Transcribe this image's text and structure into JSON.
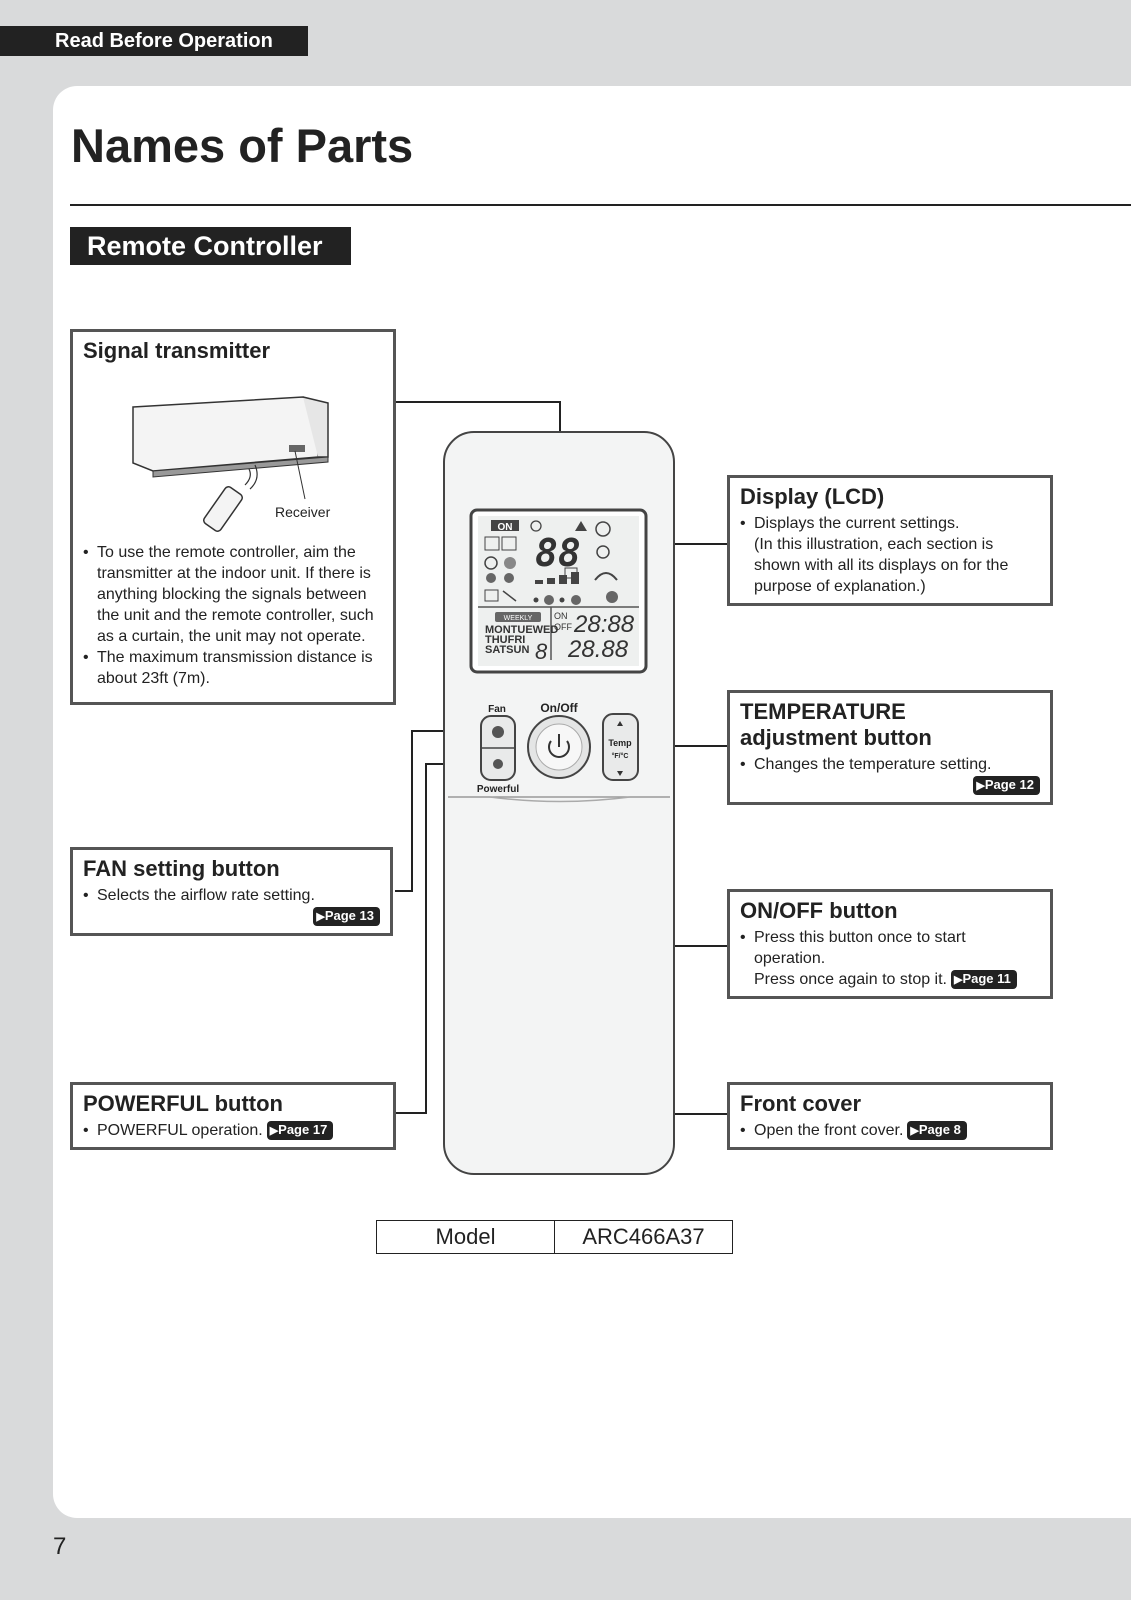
{
  "header_tab": "Read Before Operation",
  "title": "Names of Parts",
  "section": "Remote Controller",
  "signal": {
    "title": "Signal transmitter",
    "receiver_label": "Receiver",
    "bullets": [
      "To use the remote controller, aim the transmitter at the indoor unit. If there is anything blocking the signals between the unit and the remote controller, such as a curtain, the unit may not operate.",
      "The maximum transmission distance is about 23ft (7m)."
    ]
  },
  "display": {
    "title": "Display (LCD)",
    "bullet": "Displays the current settings.",
    "note": "(In this illustration, each section is shown with all its displays on for the purpose of explanation.)"
  },
  "temperature": {
    "title_line1": "TEMPERATURE",
    "title_line2": "adjustment button",
    "bullet": "Changes the temperature setting.",
    "page": "Page 12"
  },
  "fan": {
    "title": "FAN setting button",
    "bullet": "Selects the airflow rate setting.",
    "page": "Page 13"
  },
  "onoff": {
    "title": "ON/OFF button",
    "bullet_line1": "Press this button once to start operation.",
    "bullet_line2": "Press once again to stop it.",
    "page": "Page 11"
  },
  "powerful": {
    "title": "POWERFUL button",
    "bullet": "POWERFUL operation.",
    "page": "Page 17"
  },
  "front": {
    "title": "Front cover",
    "bullet": "Open the front cover.",
    "page": "Page 8"
  },
  "remote": {
    "fan_label": "Fan",
    "onoff_label": "On/Off",
    "temp_label": "Temp",
    "temp_unit": "°F/°C",
    "powerful_label": "Powerful",
    "lcd": {
      "on": "ON",
      "big_digits": "88",
      "weekly": "WEEKLY",
      "days1": "MONTUEWED",
      "days2": "THUFRI",
      "days3": "SATSUN",
      "day_digit": "8",
      "on_label": "ON",
      "off_label": "OFF",
      "time1": "28:88",
      "time2": "28.88"
    }
  },
  "model": {
    "label": "Model",
    "value": "ARC466A37"
  },
  "page_number": "7",
  "colors": {
    "page_bg": "#d9dadb",
    "dark": "#222222"
  }
}
